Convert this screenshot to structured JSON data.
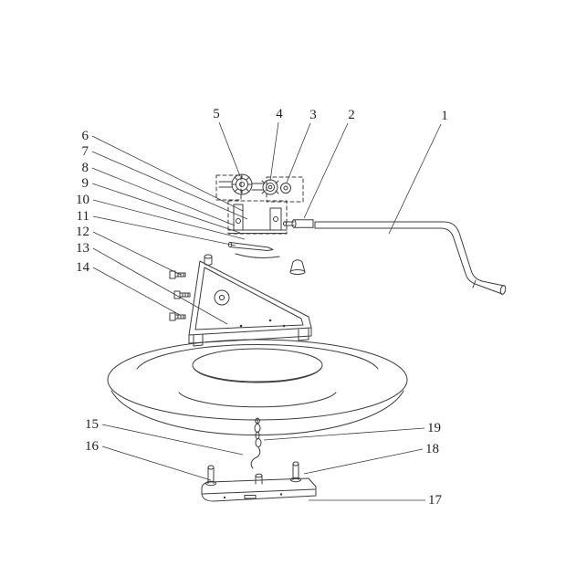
{
  "figure": {
    "kind": "exploded parts line drawing",
    "colors": {
      "background": "#ffffff",
      "line": "#3d3d3d",
      "text": "#1f1f1f"
    }
  },
  "callouts": [
    {
      "label": "1"
    },
    {
      "label": "2"
    },
    {
      "label": "3"
    },
    {
      "label": "4"
    },
    {
      "label": "5"
    },
    {
      "label": "6"
    },
    {
      "label": "7"
    },
    {
      "label": "8"
    },
    {
      "label": "9"
    },
    {
      "label": "10"
    },
    {
      "label": "11"
    },
    {
      "label": "12"
    },
    {
      "label": "13"
    },
    {
      "label": "14"
    },
    {
      "label": "15"
    },
    {
      "label": "16"
    },
    {
      "label": "17"
    },
    {
      "label": "18"
    },
    {
      "label": "19"
    }
  ]
}
